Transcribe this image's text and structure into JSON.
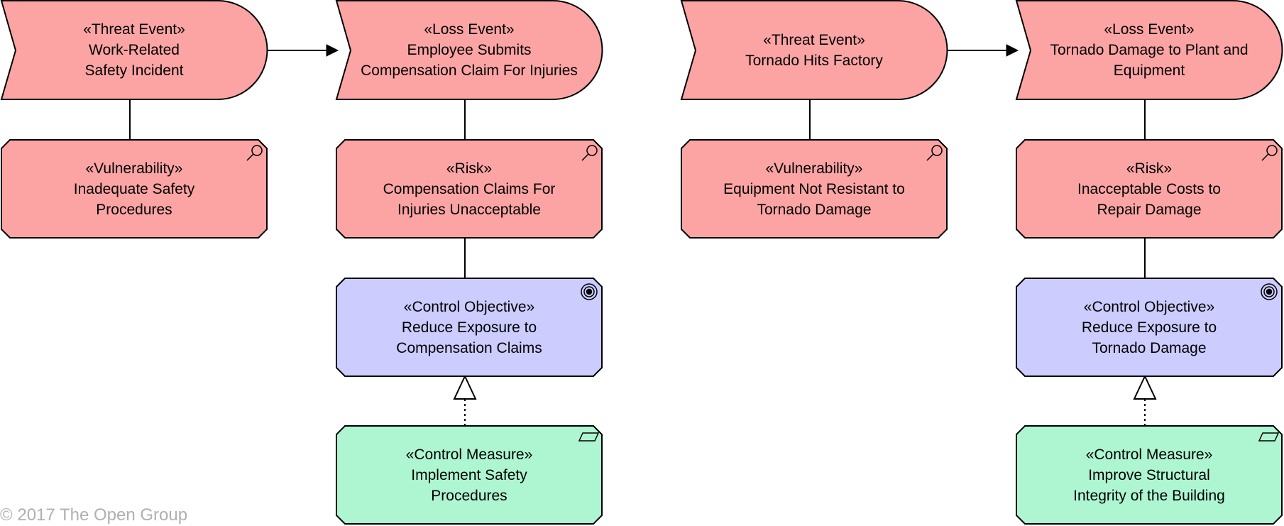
{
  "colors": {
    "threat": "#fca4a4",
    "objective": "#ccccff",
    "measure": "#aef6d2",
    "stroke": "#000000",
    "copyright": "#b0b0b0"
  },
  "icons": {
    "risk": "magnifier-icon",
    "vulnerability": "magnifier-icon",
    "control_objective": "target-icon",
    "control_measure": "parallelogram-icon"
  },
  "left": {
    "threat_event": {
      "stereotype": "«Threat Event»",
      "lines": [
        "Work-Related",
        "Safety Incident"
      ]
    },
    "loss_event": {
      "stereotype": "«Loss Event»",
      "lines": [
        "Employee Submits",
        "Compensation Claim For Injuries"
      ]
    },
    "vulnerability": {
      "stereotype": "«Vulnerability»",
      "lines": [
        "Inadequate Safety",
        "Procedures"
      ]
    },
    "risk": {
      "stereotype": "«Risk»",
      "lines": [
        "Compensation Claims For",
        "Injuries Unacceptable"
      ]
    },
    "control_objective": {
      "stereotype": "«Control Objective»",
      "lines": [
        "Reduce Exposure to",
        "Compensation Claims"
      ]
    },
    "control_measure": {
      "stereotype": "«Control Measure»",
      "lines": [
        "Implement Safety",
        "Procedures"
      ]
    }
  },
  "right": {
    "threat_event": {
      "stereotype": "«Threat Event»",
      "lines": [
        "Tornado Hits Factory"
      ]
    },
    "loss_event": {
      "stereotype": "«Loss Event»",
      "lines": [
        "Tornado Damage to Plant and",
        "Equipment"
      ]
    },
    "vulnerability": {
      "stereotype": "«Vulnerability»",
      "lines": [
        "Equipment Not Resistant to",
        "Tornado Damage"
      ]
    },
    "risk": {
      "stereotype": "«Risk»",
      "lines": [
        "Inacceptable Costs to",
        "Repair Damage"
      ]
    },
    "control_objective": {
      "stereotype": "«Control Objective»",
      "lines": [
        "Reduce Exposure to",
        "Tornado Damage"
      ]
    },
    "control_measure": {
      "stereotype": "«Control Measure»",
      "lines": [
        "Improve Structural",
        "Integrity of the Building"
      ]
    }
  },
  "copyright": "© 2017 The Open Group"
}
